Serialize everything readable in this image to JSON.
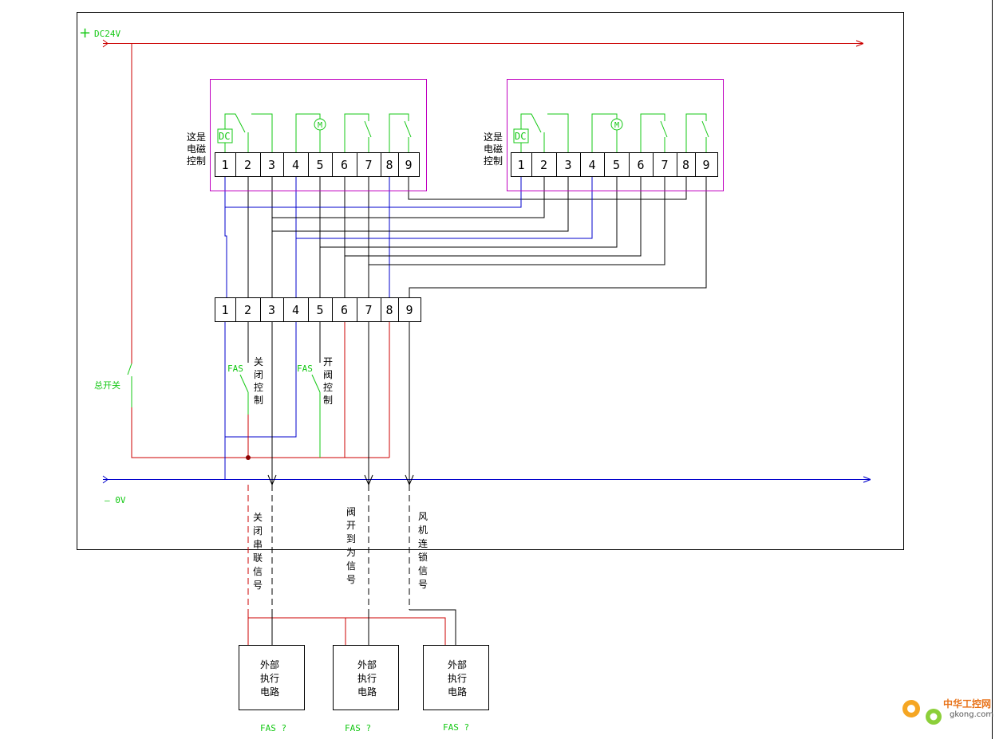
{
  "colors": {
    "positive": "#cc0000",
    "zero": "#0000cc",
    "wire": "#000000",
    "module": "#c000c0",
    "symbol": "#14c814"
  },
  "labels": {
    "dc24v": "DC24V",
    "plus": "+",
    "ov": "— 0V",
    "main_switch": "总开关",
    "electromagnetic_control": [
      "这是",
      "电磁",
      "控制"
    ],
    "fas": "FAS",
    "close_control": [
      "关",
      "闭",
      "控",
      "制"
    ],
    "open_valve_control": [
      "开",
      "阀",
      "控",
      "制"
    ],
    "close_series_signal": [
      "关",
      "闭",
      "串",
      "联",
      "信",
      "号"
    ],
    "valve_open_signal": [
      "阀",
      "开",
      "到",
      "为",
      "信",
      "号"
    ],
    "fan_interlock_signal": [
      "风",
      "机",
      "连",
      "锁",
      "信",
      "号"
    ],
    "dc_symbol": "DC",
    "motor_symbol": "M"
  },
  "terminals": [
    "1",
    "2",
    "3",
    "4",
    "5",
    "6",
    "7",
    "8",
    "9"
  ],
  "external_circuits": [
    {
      "lines": [
        "外部",
        "执行",
        "电路"
      ],
      "footer": "FAS ?"
    },
    {
      "lines": [
        "外部",
        "执行",
        "电路"
      ],
      "footer": "FAS ?"
    },
    {
      "lines": [
        "外部",
        "执行",
        "电路"
      ],
      "footer": "FAS ?"
    }
  ],
  "watermark": {
    "brand": "中华工控网",
    "domain": "gkong.com"
  }
}
